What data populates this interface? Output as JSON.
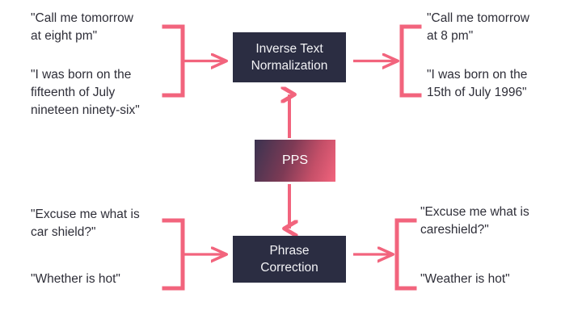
{
  "colors": {
    "accent_pink": "#f2647d",
    "box_dark": "#2b2d42",
    "text_dark": "#2e2e38",
    "background": "#ffffff",
    "pps_gradient_start": "#3a3350",
    "pps_gradient_end": "#f2647d"
  },
  "modules": {
    "pps": "PPS",
    "inverse_text_normalization": "Inverse Text\nNormalization",
    "phrase_correction": "Phrase\nCorrection"
  },
  "itn_examples": {
    "input_1": "\"Call me tomorrow\nat eight pm\"",
    "input_2": "\"I was born on the\nfifteenth of July\nnineteen ninety-six\"",
    "output_1": "\"Call me tomorrow\nat 8 pm\"",
    "output_2": "\"I was born on the\n15th of July 1996\""
  },
  "pc_examples": {
    "input_1": "\"Excuse me what is\ncar shield?\"",
    "input_2": "\"Whether is hot\"",
    "output_1": "\"Excuse me what is\ncareshield?\"",
    "output_2": "\"Weather is hot\""
  },
  "connectors": {
    "itn_input_bracket": "bracket-right-facing",
    "itn_output_bracket": "bracket-left-facing",
    "pc_input_bracket": "bracket-right-facing",
    "pc_output_bracket": "bracket-left-facing",
    "pps_to_itn": "arrow-up",
    "pps_to_pc": "arrow-down"
  }
}
